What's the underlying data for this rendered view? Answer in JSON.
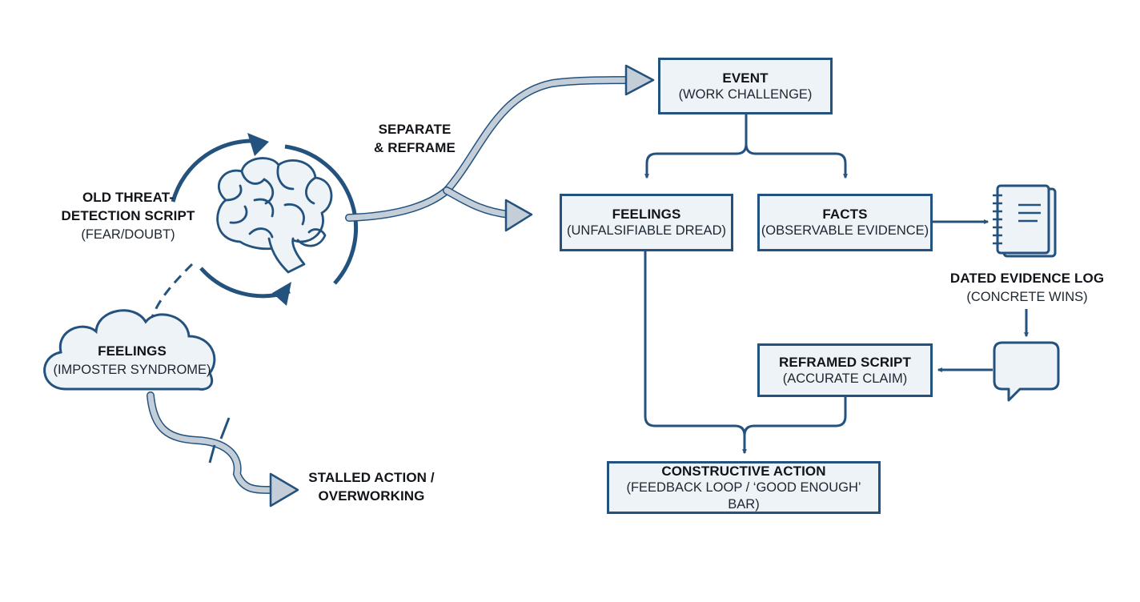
{
  "colors": {
    "primary": "#24527e",
    "box_fill": "#eef3f8",
    "faded_arrow": "#c4ced8"
  },
  "icons": [
    "brain-icon",
    "cycle-arrows-icon",
    "cloud-icon",
    "notebook-icon",
    "speech-bubble-icon"
  ],
  "nodes": {
    "event": {
      "title": "EVENT",
      "subtitle": "(WORK CHALLENGE)"
    },
    "feelings_box": {
      "title": "FEELINGS",
      "subtitle": "(UNFALSIFIABLE DREAD)"
    },
    "facts": {
      "title": "FACTS",
      "subtitle": "(OBSERVABLE EVIDENCE)"
    },
    "reframed": {
      "title": "REFRAMED SCRIPT",
      "subtitle": "(ACCURATE CLAIM)"
    },
    "constructive": {
      "title": "CONSTRUCTIVE ACTION",
      "subtitle": "(FEEDBACK LOOP / ‘GOOD ENOUGH’ BAR)"
    },
    "old_script": {
      "line1": "OLD THREAT-",
      "line2": "DETECTION SCRIPT",
      "subtitle": "(FEAR/DOUBT)"
    },
    "feelings_cloud": {
      "title": "FEELINGS",
      "subtitle": "(IMPOSTER SYNDROME)"
    },
    "stalled": {
      "line1": "STALLED ACTION /",
      "line2": "OVERWORKING"
    },
    "separate": {
      "line1": "SEPARATE",
      "line2": "& REFRAME"
    },
    "evidence_log": {
      "title": "DATED EVIDENCE LOG",
      "subtitle": "(CONCRETE WINS)"
    }
  }
}
